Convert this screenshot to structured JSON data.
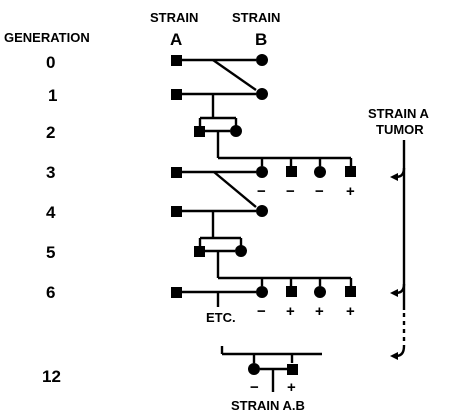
{
  "headers": {
    "generation": "GENERATION",
    "strain_a_top": "STRAIN",
    "strain_a_letter": "A",
    "strain_b_top": "STRAIN",
    "strain_b_letter": "B"
  },
  "generations": [
    "0",
    "1",
    "2",
    "3",
    "4",
    "5",
    "6",
    "12"
  ],
  "tumor_label": [
    "STRAIN A",
    "TUMOR"
  ],
  "etc_label": "ETC.",
  "bottom_label": "STRAIN A.B",
  "offspring_gen3": [
    "−",
    "−",
    "−",
    "+"
  ],
  "offspring_gen6": [
    "−",
    "+",
    "+",
    "+"
  ],
  "offspring_gen12": [
    "−",
    "+"
  ]
}
